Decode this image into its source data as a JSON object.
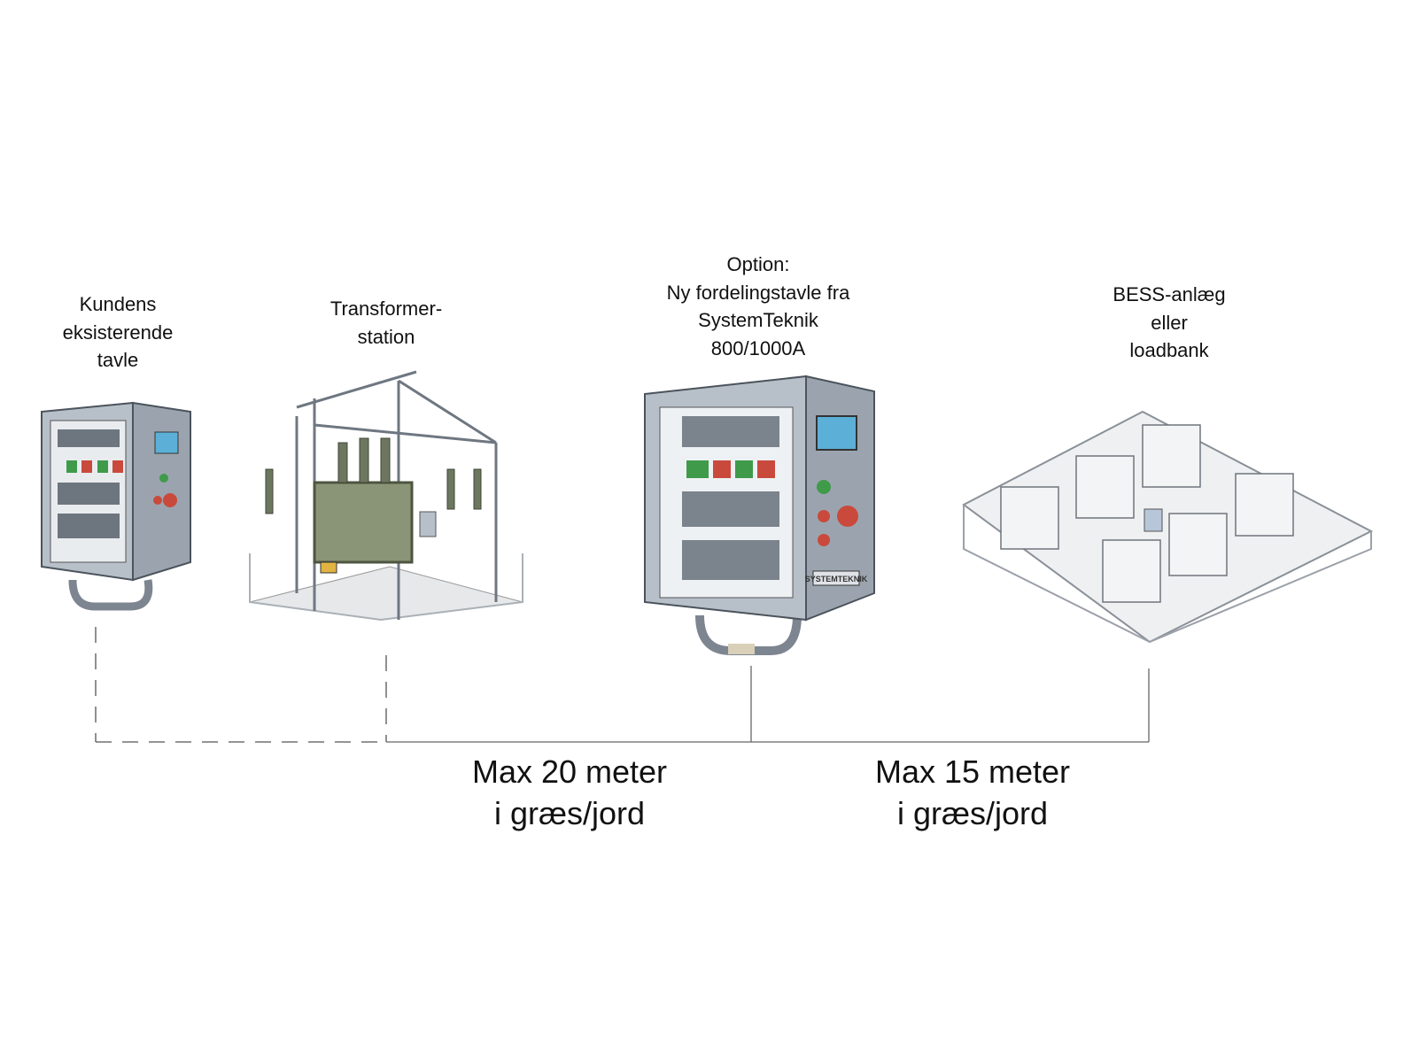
{
  "nodes": [
    {
      "id": "customer-panel",
      "lines": [
        "Kundens",
        "eksisterende",
        "tavle"
      ]
    },
    {
      "id": "transformer",
      "lines": [
        "Transformer-",
        "station"
      ]
    },
    {
      "id": "new-panel",
      "lines": [
        "Option:",
        "Ny fordelingstavle fra",
        "SystemTeknik",
        "800/1000A"
      ],
      "logo_text": "SYSTEMTEKNIK"
    },
    {
      "id": "bess",
      "lines": [
        "BESS-anlæg",
        "eller",
        "loadbank"
      ]
    }
  ],
  "connections": [
    {
      "from": "customer-panel",
      "to": "transformer",
      "style": "dashed"
    },
    {
      "from": "transformer",
      "to": "new-panel",
      "style": "solid",
      "lines": [
        "Max 20 meter",
        "i græs/jord"
      ]
    },
    {
      "from": "new-panel",
      "to": "bess",
      "style": "solid",
      "lines": [
        "Max 15 meter",
        "i græs/jord"
      ]
    }
  ]
}
